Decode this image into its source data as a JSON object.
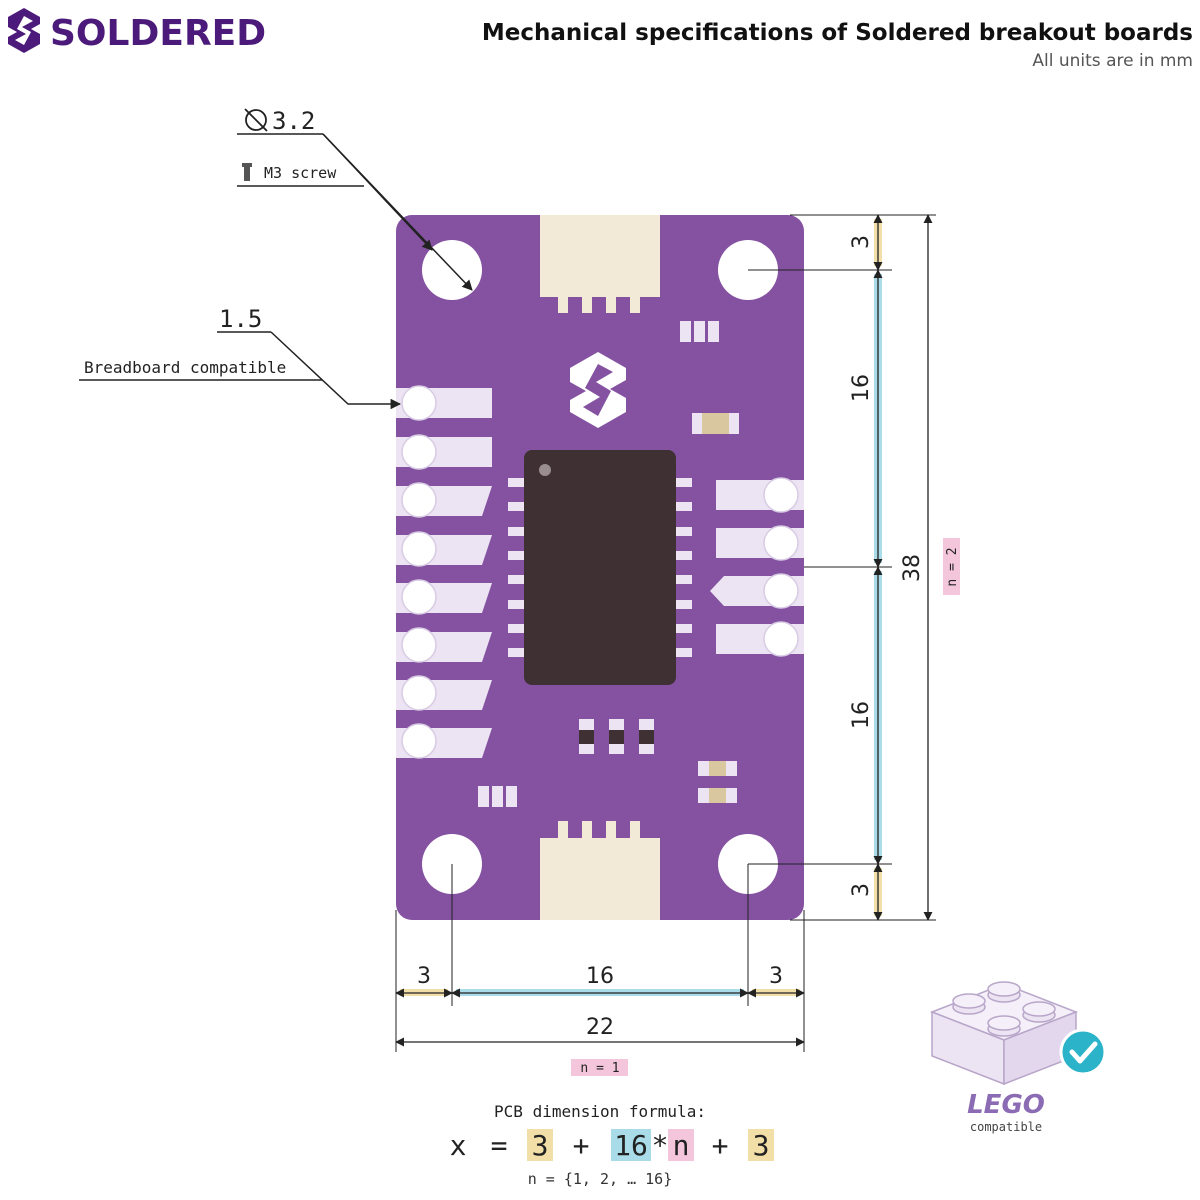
{
  "header": {
    "brand_name": "SOLDERED",
    "title": "Mechanical specifications of Soldered breakout boards",
    "subtitle": "All units are in mm"
  },
  "callouts": {
    "hole_diameter": "3.2",
    "screw_label": "M3 screw",
    "pin_pitch": "1.5",
    "breadboard_label": "Breadboard compatible"
  },
  "dimensions": {
    "vertical": {
      "top_margin": "3",
      "segment_top": "16",
      "segment_bottom": "16",
      "bottom_margin": "3",
      "total": "38",
      "n_label": "n = 2"
    },
    "horizontal": {
      "left_margin": "3",
      "segment": "16",
      "right_margin": "3",
      "total": "22",
      "n_label": "n = 1"
    }
  },
  "formula": {
    "heading": "PCB dimension formula:",
    "lhs": "x",
    "equals": "=",
    "term1": "3",
    "plus1": "+",
    "term2": "16",
    "times": "*",
    "term3": "n",
    "plus2": "+",
    "term4": "3",
    "range": "n = {1, 2, … 16}"
  },
  "lego": {
    "logo_text": "LEGO",
    "caption": "compatible"
  },
  "colors": {
    "brand": "#4b1a7a",
    "pcb": "#8452a1",
    "chip": "#3f3133",
    "connector": "#f2ead6",
    "margin_highlight": "#f2dfa8",
    "segment_highlight": "#a9dbe8",
    "n_highlight": "#f4c6dc",
    "check": "#2bb3c9"
  }
}
